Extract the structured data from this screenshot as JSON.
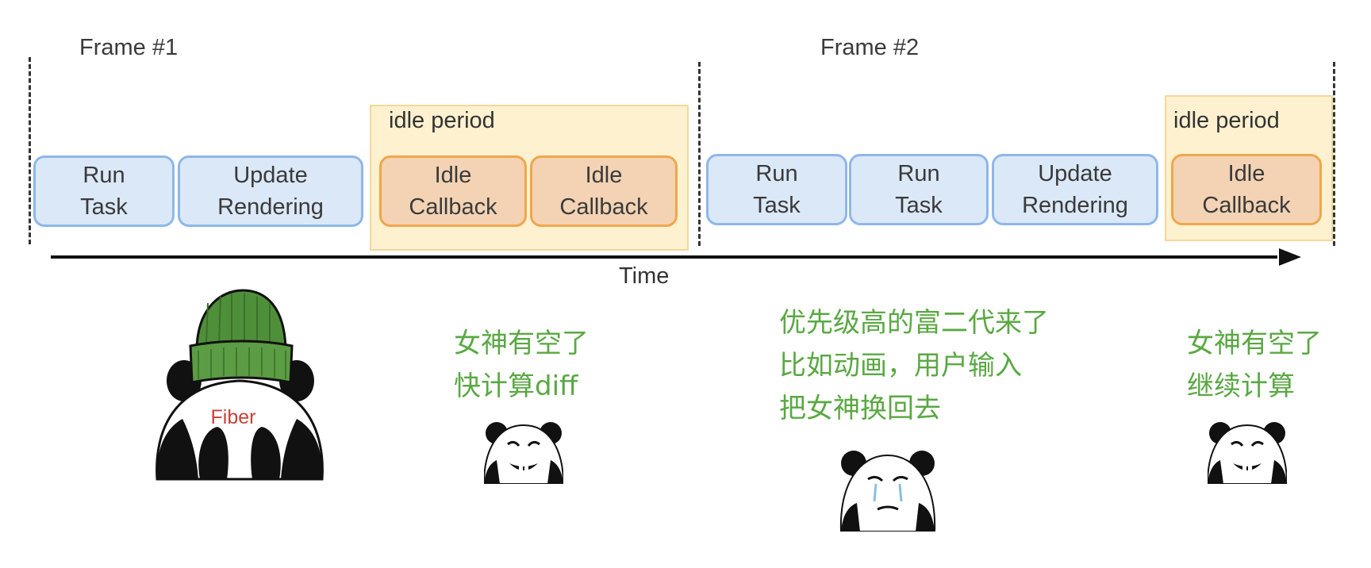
{
  "diagram": {
    "frames": [
      {
        "label": "Frame #1"
      },
      {
        "label": "Frame #2"
      }
    ],
    "time_label": "Time",
    "idle_period_label": "idle period",
    "frame1_tasks": [
      {
        "line1": "Run",
        "line2": "Task",
        "kind": "run"
      },
      {
        "line1": "Update",
        "line2": "Rendering",
        "kind": "render"
      },
      {
        "line1": "Idle",
        "line2": "Callback",
        "kind": "idle"
      },
      {
        "line1": "Idle",
        "line2": "Callback",
        "kind": "idle"
      }
    ],
    "frame2_tasks": [
      {
        "line1": "Run",
        "line2": "Task",
        "kind": "run"
      },
      {
        "line1": "Run",
        "line2": "Task",
        "kind": "run"
      },
      {
        "line1": "Update",
        "line2": "Rendering",
        "kind": "render"
      },
      {
        "line1": "Idle",
        "line2": "Callback",
        "kind": "idle"
      }
    ]
  },
  "annotations": {
    "fiber_label": "Fiber",
    "note1": [
      "女神有空了",
      "快计算diff"
    ],
    "note2": [
      "优先级高的富二代来了",
      "比如动画，用户输入",
      "把女神换回去"
    ],
    "note3": [
      "女神有空了",
      "继续计算"
    ]
  },
  "colors": {
    "run_fill": "#dbe8f7",
    "run_border": "#8fb7e8",
    "idle_fill": "#f3d3b4",
    "idle_border": "#f0a64c",
    "idle_period_bg": "#fdf1cf",
    "note_green": "#5aa843",
    "hat_green": "#4f8f3a",
    "fiber_red": "#c8423b"
  }
}
